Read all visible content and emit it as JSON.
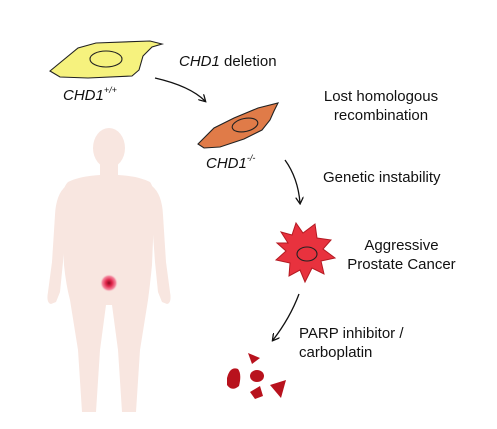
{
  "cells": {
    "normal_label": {
      "gene": "CHD1",
      "genotype": "+/+"
    },
    "deleted_label": {
      "gene": "CHD1",
      "genotype": "-/-"
    }
  },
  "steps": {
    "deletion": {
      "gene": "CHD1",
      "suffix": " deletion"
    },
    "lost_hr": {
      "line1": "Lost homologous",
      "line2": "recombination"
    },
    "instability": {
      "text": "Genetic instability"
    },
    "cancer": {
      "line1": "Aggressive",
      "line2": "Prostate Cancer"
    },
    "treatment": {
      "line1": "PARP inhibitor /",
      "line2": "carboplatin"
    }
  },
  "colors": {
    "normal_cell": "#f6f27e",
    "deleted_cell": "#e07b48",
    "tumor": "#e8323e",
    "dead_cells": "#b8121d",
    "body": "#f8e6e0",
    "lesion": "#e0254a"
  },
  "icons": [
    "normal-cell-icon",
    "deleted-cell-icon",
    "tumor-cell-icon",
    "dead-cell-fragments-icon",
    "human-body-icon"
  ]
}
